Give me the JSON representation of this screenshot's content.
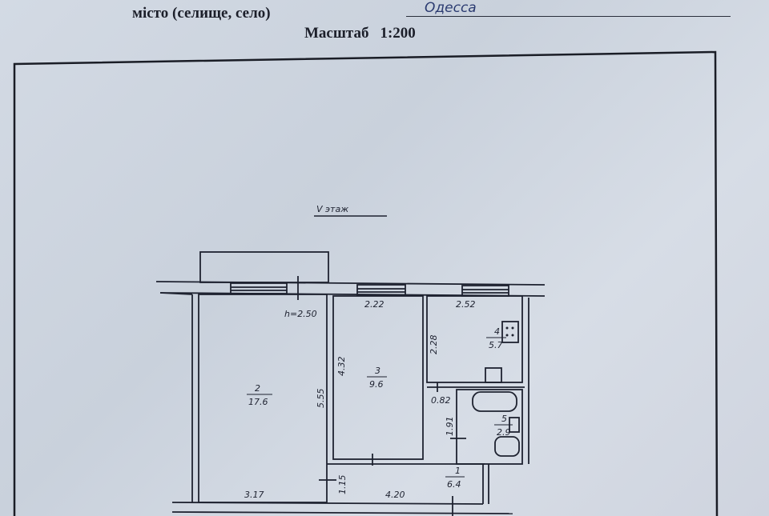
{
  "header": {
    "city_label": "місто (селище, село)",
    "city_value": "Одесса",
    "scale_label": "Масштаб",
    "scale_value": "1:200"
  },
  "plan": {
    "floor_label": "V этаж",
    "ceiling_height": "h=2.50",
    "rooms": [
      {
        "number": "1",
        "area": "6.4"
      },
      {
        "number": "2",
        "area": "17.6"
      },
      {
        "number": "3",
        "area": "9.6"
      },
      {
        "number": "4",
        "area": "5.7"
      },
      {
        "number": "5",
        "area": "2.9"
      }
    ],
    "dimensions": {
      "room3_width": "2.22",
      "room4_width": "2.52",
      "room4_depth": "2.28",
      "room3_depth": "4.32",
      "room2_depth": "5.55",
      "door_width": "0.82",
      "bath_depth": "1.91",
      "hall_depth": "1.15",
      "room2_width": "3.17",
      "hall_width": "4.20"
    }
  }
}
